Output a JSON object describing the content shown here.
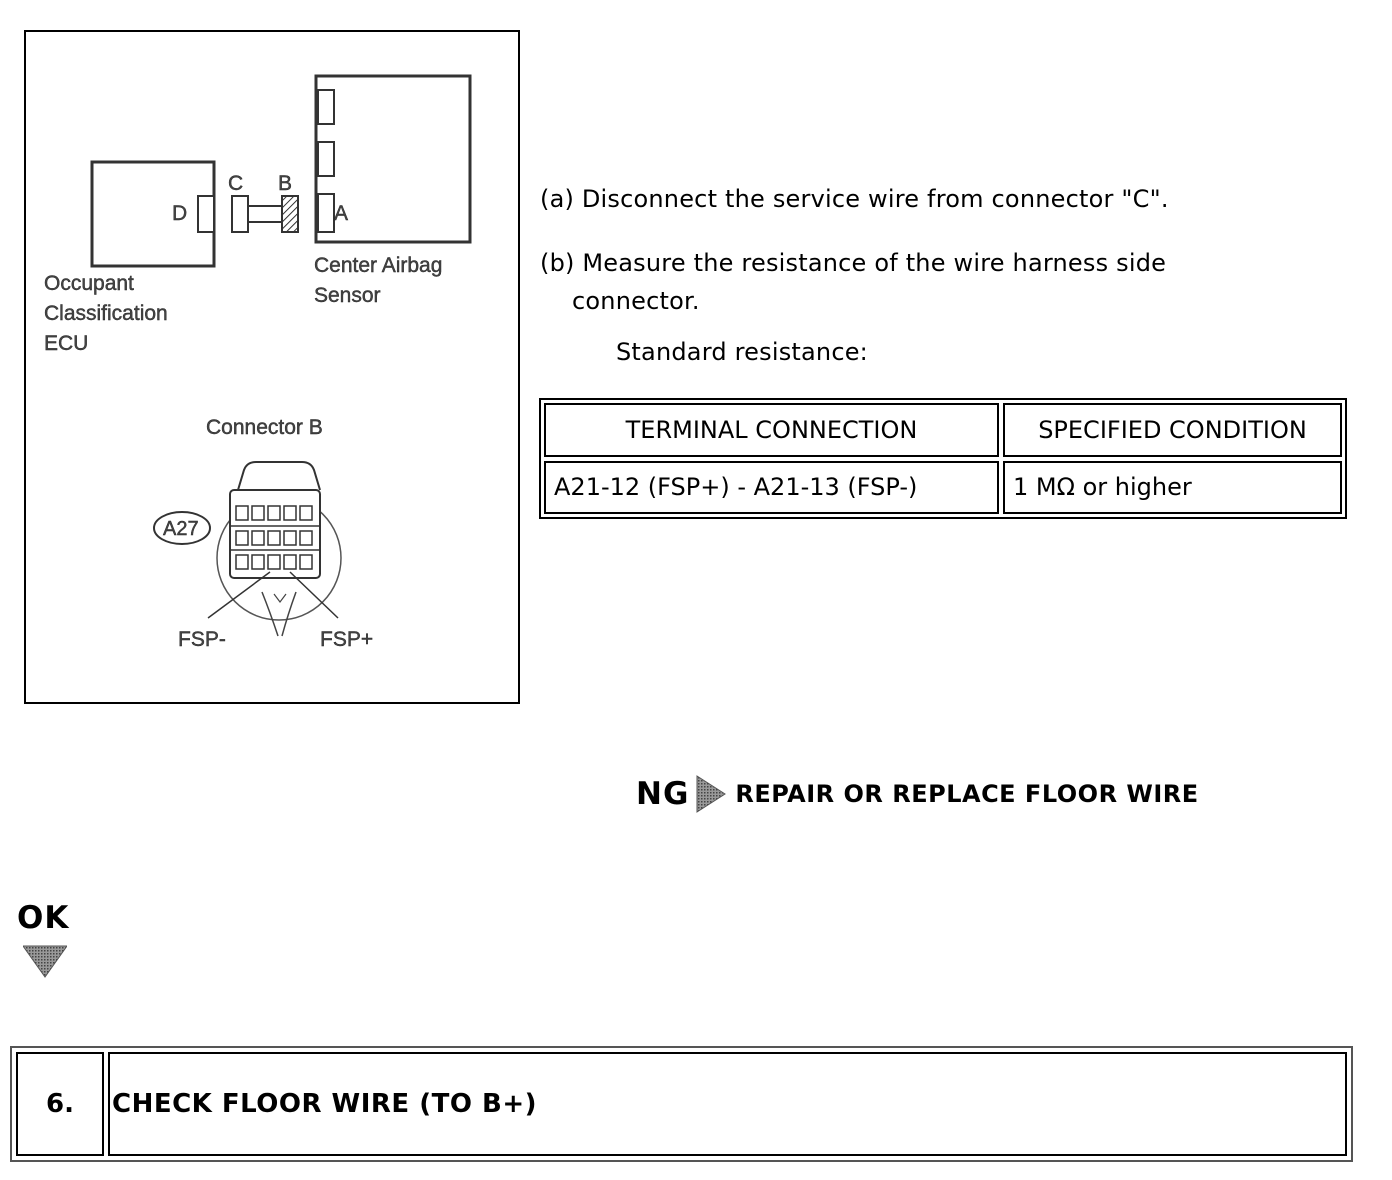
{
  "figure": {
    "occupant_ecu_label": [
      "Occupant",
      "Classification",
      "ECU"
    ],
    "center_sensor_label": [
      "Center Airbag",
      "Sensor"
    ],
    "connector_letters": {
      "a": "A",
      "b": "B",
      "c": "C",
      "d": "D"
    },
    "connector_b_title": "Connector B",
    "connector_code": "A27",
    "pin_left": "FSP-",
    "pin_right": "FSP+"
  },
  "steps": {
    "a": "(a) Disconnect the service wire from connector \"C\".",
    "b_line1": "(b) Measure the resistance of the wire harness side",
    "b_line2": "connector.",
    "standard": "Standard resistance:"
  },
  "spec_table": {
    "headers": [
      "TERMINAL CONNECTION",
      "SPECIFIED CONDITION"
    ],
    "rows": [
      [
        "A21-12 (FSP+) - A21-13 (FSP-)",
        "1 MΩ or higher"
      ]
    ]
  },
  "ng": {
    "label": "NG",
    "result": "REPAIR OR REPLACE FLOOR WIRE"
  },
  "ok": {
    "label": "OK"
  },
  "next_step": {
    "number": "6.",
    "title": "CHECK FLOOR WIRE (TO B+)"
  }
}
